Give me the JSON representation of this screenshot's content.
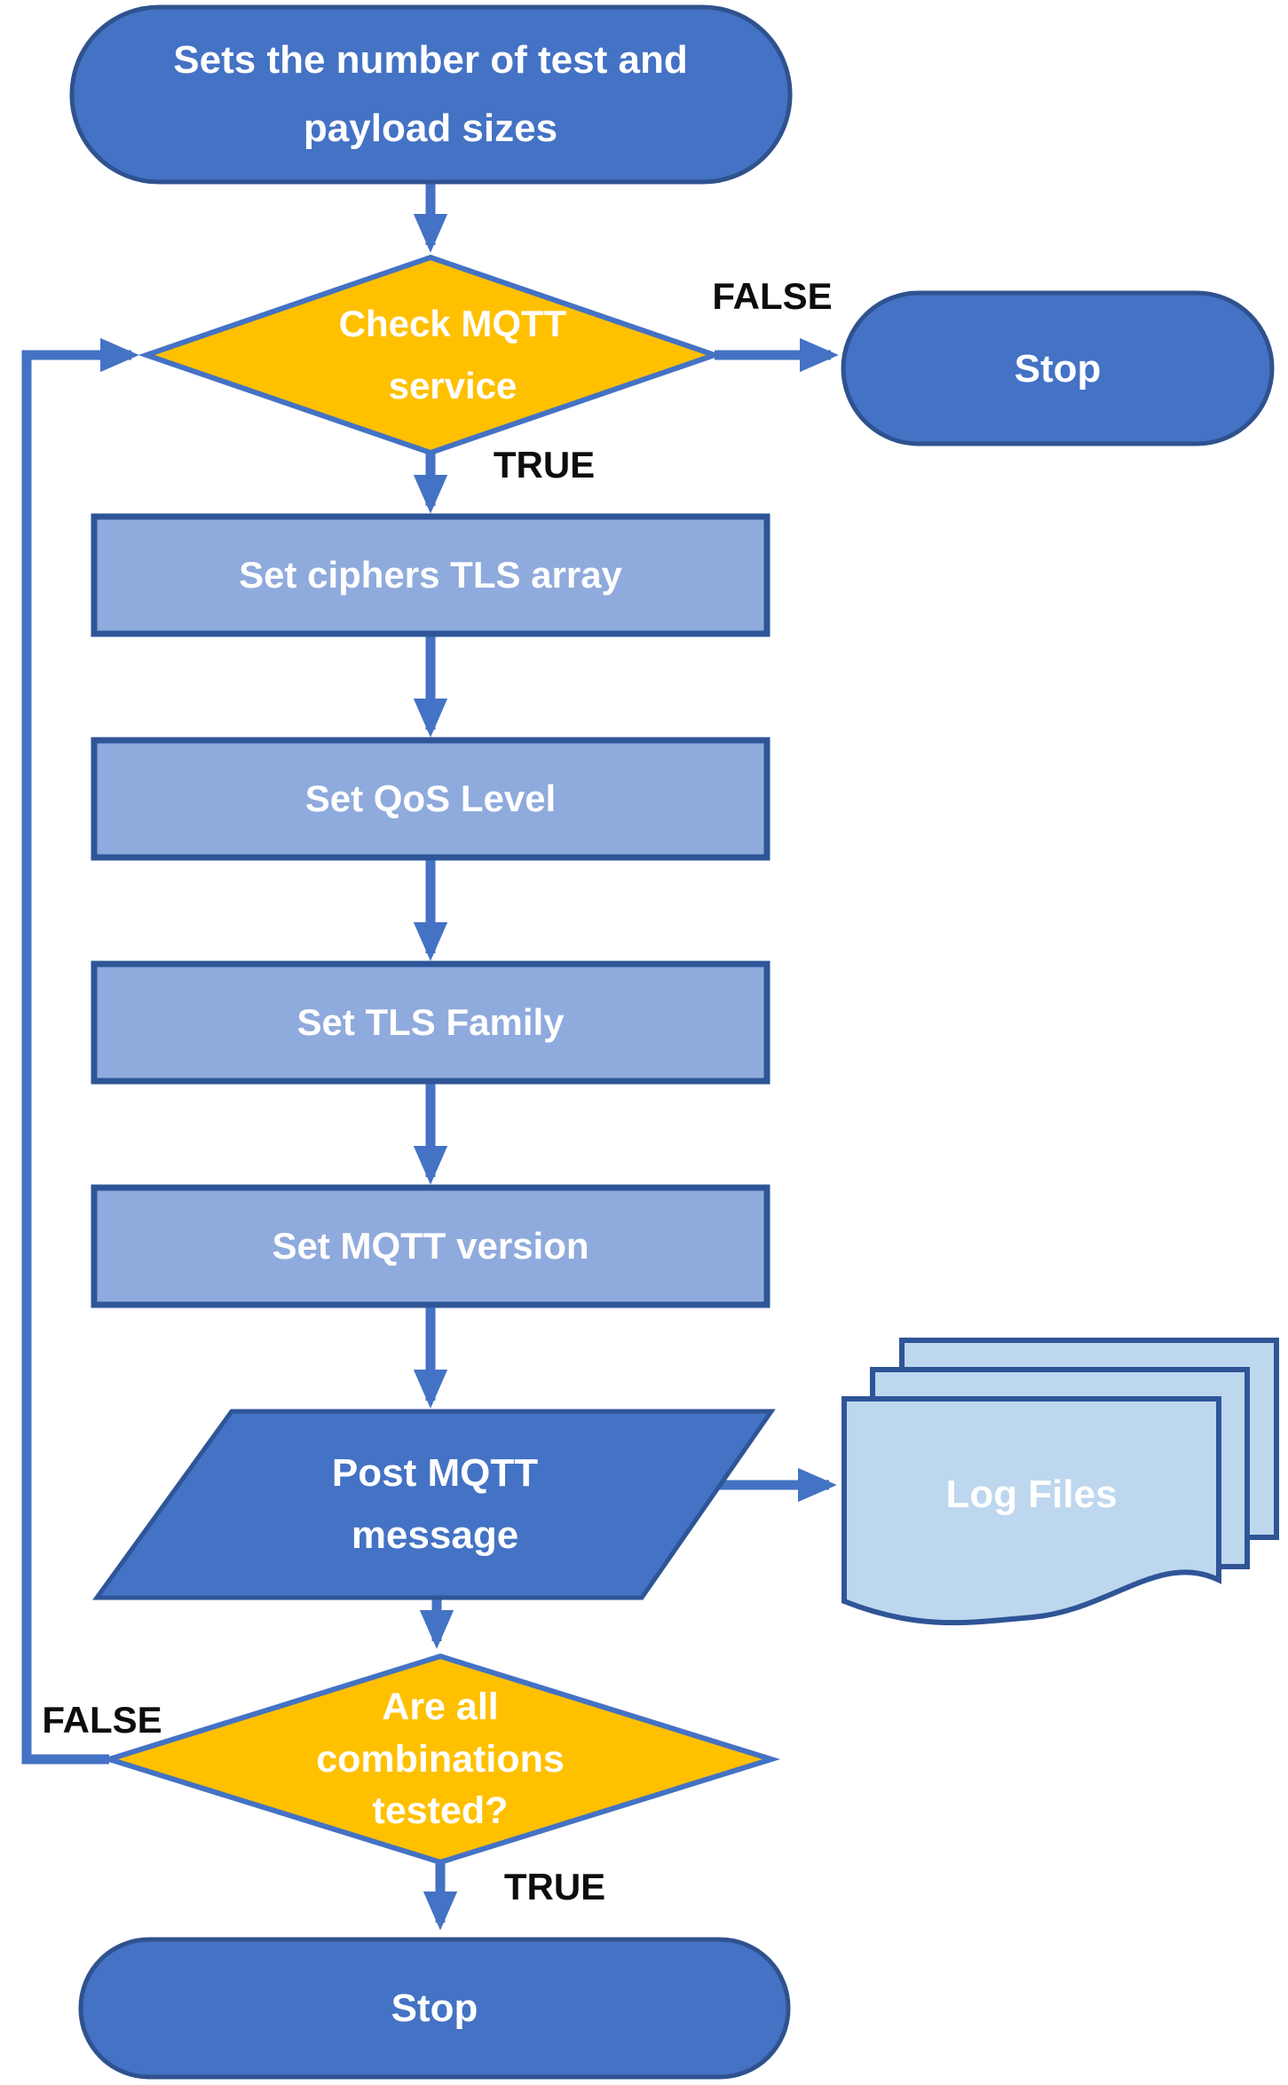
{
  "colors": {
    "node_blue": "#4472C4",
    "node_blue_border": "#2F528F",
    "rect_fill": "#8FAADC",
    "rect_border": "#2E5597",
    "doc_fill": "#BDD7EE",
    "doc_border": "#2F5597",
    "diamond_fill": "#FFC000",
    "diamond_border": "#4472C4",
    "arrow": "#4472C4",
    "label_dark": "#0d0d0d",
    "text_white": "#FFFFFF"
  },
  "nodes": {
    "start": {
      "label": "Sets the number of test and payload sizes",
      "type": "terminator"
    },
    "check_mqtt_service": {
      "label": "Check MQTT service",
      "type": "decision"
    },
    "stop_top": {
      "label": "Stop",
      "type": "terminator"
    },
    "set_ciphers_tls_array": {
      "label": "Set ciphers TLS array",
      "type": "process"
    },
    "set_qos_level": {
      "label": "Set QoS Level",
      "type": "process"
    },
    "set_tls_family": {
      "label": "Set TLS Family",
      "type": "process"
    },
    "set_mqtt_version": {
      "label": "Set MQTT version",
      "type": "process"
    },
    "post_mqtt_message": {
      "label": "Post MQTT message",
      "type": "input-output"
    },
    "log_files": {
      "label": "Log Files",
      "type": "multi-document"
    },
    "all_combinations_tested": {
      "label": "Are all combinations tested?",
      "type": "decision"
    },
    "stop_bottom": {
      "label": "Stop",
      "type": "terminator"
    }
  },
  "edge_labels": {
    "check_false": "FALSE",
    "check_true": "TRUE",
    "combinations_false": "FALSE",
    "combinations_true": "TRUE"
  }
}
